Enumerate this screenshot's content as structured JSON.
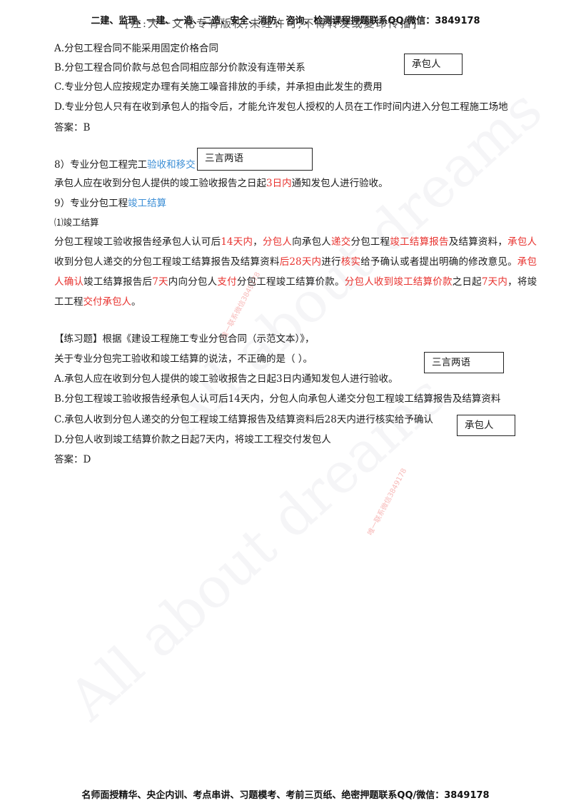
{
  "header": {
    "text": "二建、监理、一建、一造、二造、安全、消防、咨询、检测课程押题联系QQ/微信：3849178",
    "overlay": "[注:大一文化专有版权,未经许可,不得转发或复印传播]"
  },
  "footer": {
    "text": "名师面授精华、央企内训、考点串讲、习题模考、考前三页纸、绝密押题联系QQ/微信：3849178"
  },
  "q1": {
    "option_a": "A.分包工程合同不能采用固定价格合同",
    "option_b": "B.分包工程合同价款与总包合同相应部分价款没有连带关系",
    "option_c": "C.专业分包人应按规定办理有关施工噪音排放的手续，并承担由此发生的费用",
    "option_d": "D.专业分包人只有在收到承包人的指令后，才能允许发包人授权的人员在工作时间内进入分包工程施工场地",
    "answer": "答案：B"
  },
  "callouts": {
    "contractor_1": "承包人",
    "sanyan_1": "三言两语",
    "sanyan_2": "三言两语",
    "contractor_2": "承包人"
  },
  "section8": {
    "prefix": "8）专业分包工程完工",
    "highlight": "验收和移交",
    "body_a": "承包人应在收到分包人提供的竣工验收报告之日起",
    "body_red": "3日内",
    "body_b": "通知发包人进行验收。"
  },
  "section9": {
    "prefix": "9）专业分包工程",
    "highlight": "竣工结算",
    "sub": "⑴竣工结算"
  },
  "para": {
    "s1": "分包工程竣工验收报告经承包人认可后",
    "r1": "14天内",
    "s2": "，",
    "r2": "分包人",
    "s3": "向承包人",
    "r3": "递交",
    "s4": "分包工程",
    "r4": "竣工结算报告",
    "s5": "及结算资料，",
    "r5": "承包人",
    "s6": "收到分包人递交的分包工程竣工结算报告及结算资料",
    "r6": "后28天内",
    "s7": "进行",
    "r7": "核实",
    "s8": "给予确认或者提出明确的修改意见。",
    "r8": "承包人确认",
    "s9": "竣工结算报告后",
    "r9": "7天",
    "s10": "内向分包人",
    "r10": "支付",
    "s11": "分包工程竣工结算价款。",
    "r11": "分包人收到竣工结算价款",
    "s12": "之日起",
    "r12": "7天内",
    "s13": "，将竣工工程",
    "r13": "交付承包人",
    "s14": "。"
  },
  "q2": {
    "stem1": "【练习题】根据《建设工程施工专业分包合同（示范文本）》，",
    "stem2": "关于专业分包完工验收和竣工结算的说法，不正确的是（   ）。",
    "option_a": "A.承包人应在收到分包人提供的竣工验收报告之日起3日内通知发包人进行验收。",
    "option_b": "B.分包工程竣工验收报告经承包人认可后14天内，分包人向承包人递交分包工程竣工结算报告及结算资料",
    "option_c": "C.承包人收到分包人递交的分包工程竣工结算报告及结算资料后28天内进行核实给予确认",
    "option_d": "D.分包人收到竣工结算价款之日起7天内，将竣工工程交付发包人",
    "answer": "答案：D"
  },
  "watermarks": {
    "big_1": "All about dreams",
    "big_2": "All about dreams",
    "small_1": "唯一联系微信3849178",
    "small_2": "唯一联系微信3849178"
  },
  "colors": {
    "red": "#e8322e",
    "blue": "#3d8fd6"
  }
}
